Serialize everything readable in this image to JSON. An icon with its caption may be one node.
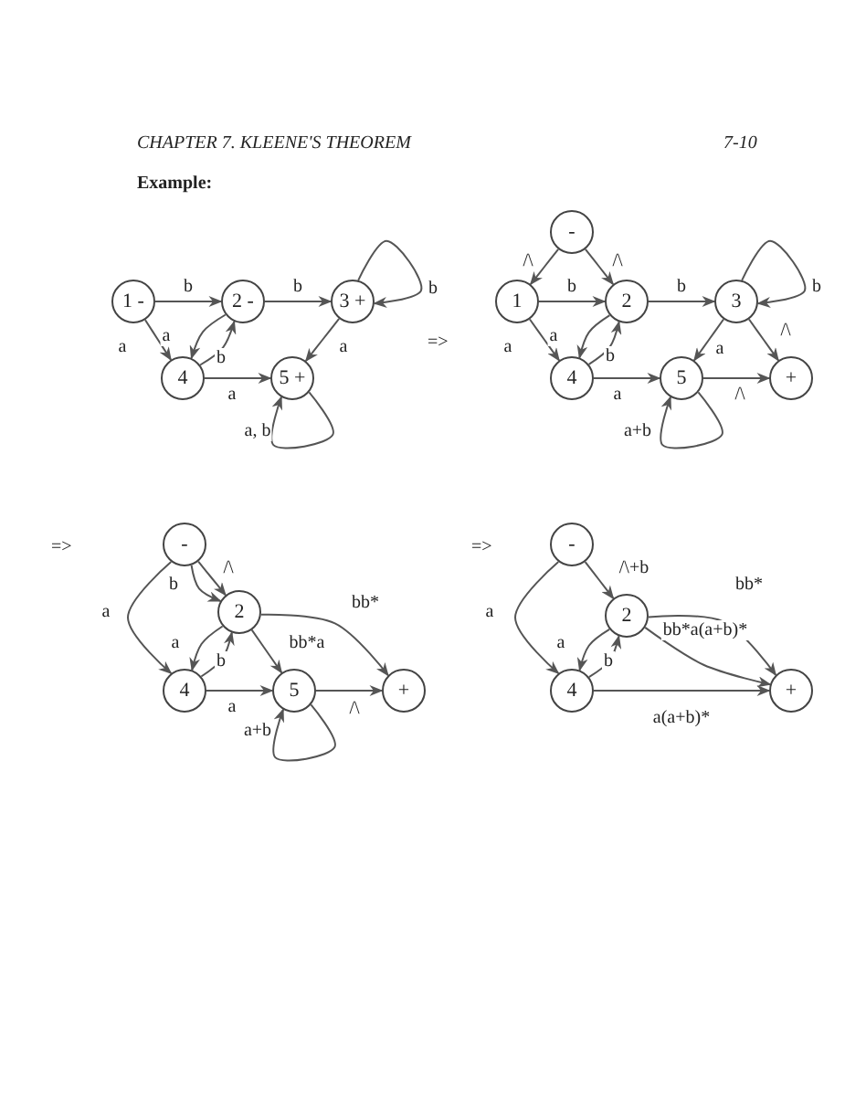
{
  "diagram": {
    "nodes": [
      {
        "text": [
          "1 -"
        ]
      },
      {
        "text": [
          "2 -"
        ]
      },
      {
        "text": [
          "3 +"
        ]
      },
      {
        "text": [
          "4"
        ]
      },
      {
        "text": [
          "5 +"
        ]
      },
      {
        "text": [
          "-"
        ]
      },
      {
        "text": [
          "1"
        ]
      },
      {
        "text": [
          "2"
        ]
      },
      {
        "text": [
          "3"
        ]
      },
      {
        "text": [
          "4"
        ]
      },
      {
        "text": [
          "5"
        ]
      },
      {
        "text": [
          "+"
        ]
      },
      {
        "text": [
          "-"
        ]
      },
      {
        "text": [
          "2"
        ]
      },
      {
        "text": [
          "4"
        ]
      },
      {
        "text": [
          "5"
        ]
      },
      {
        "text": [
          "+"
        ]
      },
      {
        "text": [
          "-"
        ]
      },
      {
        "text": [
          "2"
        ]
      },
      {
        "text": [
          "4"
        ]
      },
      {
        "text": [
          "+"
        ]
      }
    ],
    "edges": [
      {
        "from": 0,
        "to": 1,
        "arrow": "to",
        "label": "b"
      },
      {
        "from": 1,
        "to": 2,
        "arrow": "to",
        "label": "b"
      },
      {
        "from": 2,
        "to": 2,
        "arrow": "to",
        "label": "b"
      },
      {
        "from": 0,
        "to": 3,
        "arrow": "to",
        "label": "a"
      },
      {
        "from": 1,
        "to": 3,
        "arrow": "to",
        "label": "a"
      },
      {
        "from": 3,
        "to": 1,
        "arrow": "to",
        "label": "b"
      },
      {
        "from": 2,
        "to": 4,
        "arrow": "to",
        "label": "a"
      },
      {
        "from": 3,
        "to": 4,
        "arrow": "to",
        "label": "a"
      },
      {
        "from": 4,
        "to": 4,
        "arrow": "to",
        "label": "a, b"
      },
      {
        "from": 5,
        "to": 6,
        "arrow": "to",
        "label": "/\\"
      },
      {
        "from": 5,
        "to": 7,
        "arrow": "to",
        "label": "/\\"
      },
      {
        "from": 6,
        "to": 7,
        "arrow": "to",
        "label": "b"
      },
      {
        "from": 7,
        "to": 8,
        "arrow": "to",
        "label": "b"
      },
      {
        "from": 8,
        "to": 8,
        "arrow": "to",
        "label": "b"
      },
      {
        "from": 6,
        "to": 9,
        "arrow": "to",
        "label": "a"
      },
      {
        "from": 7,
        "to": 9,
        "arrow": "to",
        "label": "a"
      },
      {
        "from": 9,
        "to": 7,
        "arrow": "to",
        "label": "b"
      },
      {
        "from": 8,
        "to": 10,
        "arrow": "to",
        "label": "a"
      },
      {
        "from": 8,
        "to": 11,
        "arrow": "to",
        "label": "/\\"
      },
      {
        "from": 9,
        "to": 10,
        "arrow": "to",
        "label": "a"
      },
      {
        "from": 10,
        "to": 11,
        "arrow": "to",
        "label": "/\\"
      },
      {
        "from": 10,
        "to": 10,
        "arrow": "to",
        "label": "a+b"
      },
      {
        "from": 12,
        "to": 13,
        "arrow": "to",
        "label": "/\\"
      },
      {
        "from": 12,
        "to": 13,
        "arrow": "to",
        "label": "b"
      },
      {
        "from": 12,
        "to": 14,
        "arrow": "to",
        "label": "a"
      },
      {
        "from": 13,
        "to": 14,
        "arrow": "to",
        "label": "a"
      },
      {
        "from": 14,
        "to": 13,
        "arrow": "to",
        "label": "b"
      },
      {
        "from": 13,
        "to": 15,
        "arrow": "to",
        "label": "bb*a"
      },
      {
        "from": 13,
        "to": 16,
        "arrow": "to",
        "label": "bb*"
      },
      {
        "from": 14,
        "to": 15,
        "arrow": "to",
        "label": "a"
      },
      {
        "from": 15,
        "to": 16,
        "arrow": "to",
        "label": "/\\"
      },
      {
        "from": 15,
        "to": 15,
        "arrow": "to",
        "label": "a+b"
      },
      {
        "from": 17,
        "to": 18,
        "arrow": "to",
        "label": "/\\+b"
      },
      {
        "from": 17,
        "to": 19,
        "arrow": "to",
        "label": "a"
      },
      {
        "from": 18,
        "to": 19,
        "arrow": "to",
        "label": "a"
      },
      {
        "from": 19,
        "to": 18,
        "arrow": "to",
        "label": "b"
      },
      {
        "from": 18,
        "to": 20,
        "arrow": "to",
        "label": "bb*"
      },
      {
        "from": 18,
        "to": 20,
        "arrow": "to",
        "label": "bb*a(a+b)*"
      },
      {
        "from": 19,
        "to": 20,
        "arrow": "to",
        "label": "a(a+b)*"
      }
    ],
    "labels": [
      "CHAPTER 7.  KLEENE'S THEOREM",
      "7-10",
      "Example:",
      "=>",
      "=>",
      "=>"
    ]
  }
}
